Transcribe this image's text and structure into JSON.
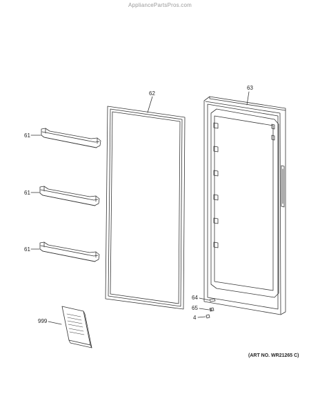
{
  "watermark": "AppliancePartsPros.com",
  "art_number": "(ART NO. WR21265 C)",
  "callouts": {
    "bin_top": "61",
    "bin_middle": "61",
    "bin_bottom": "61",
    "gasket": "62",
    "door": "63",
    "part_64": "64",
    "part_65": "65",
    "part_4": "4",
    "manual": "999"
  }
}
